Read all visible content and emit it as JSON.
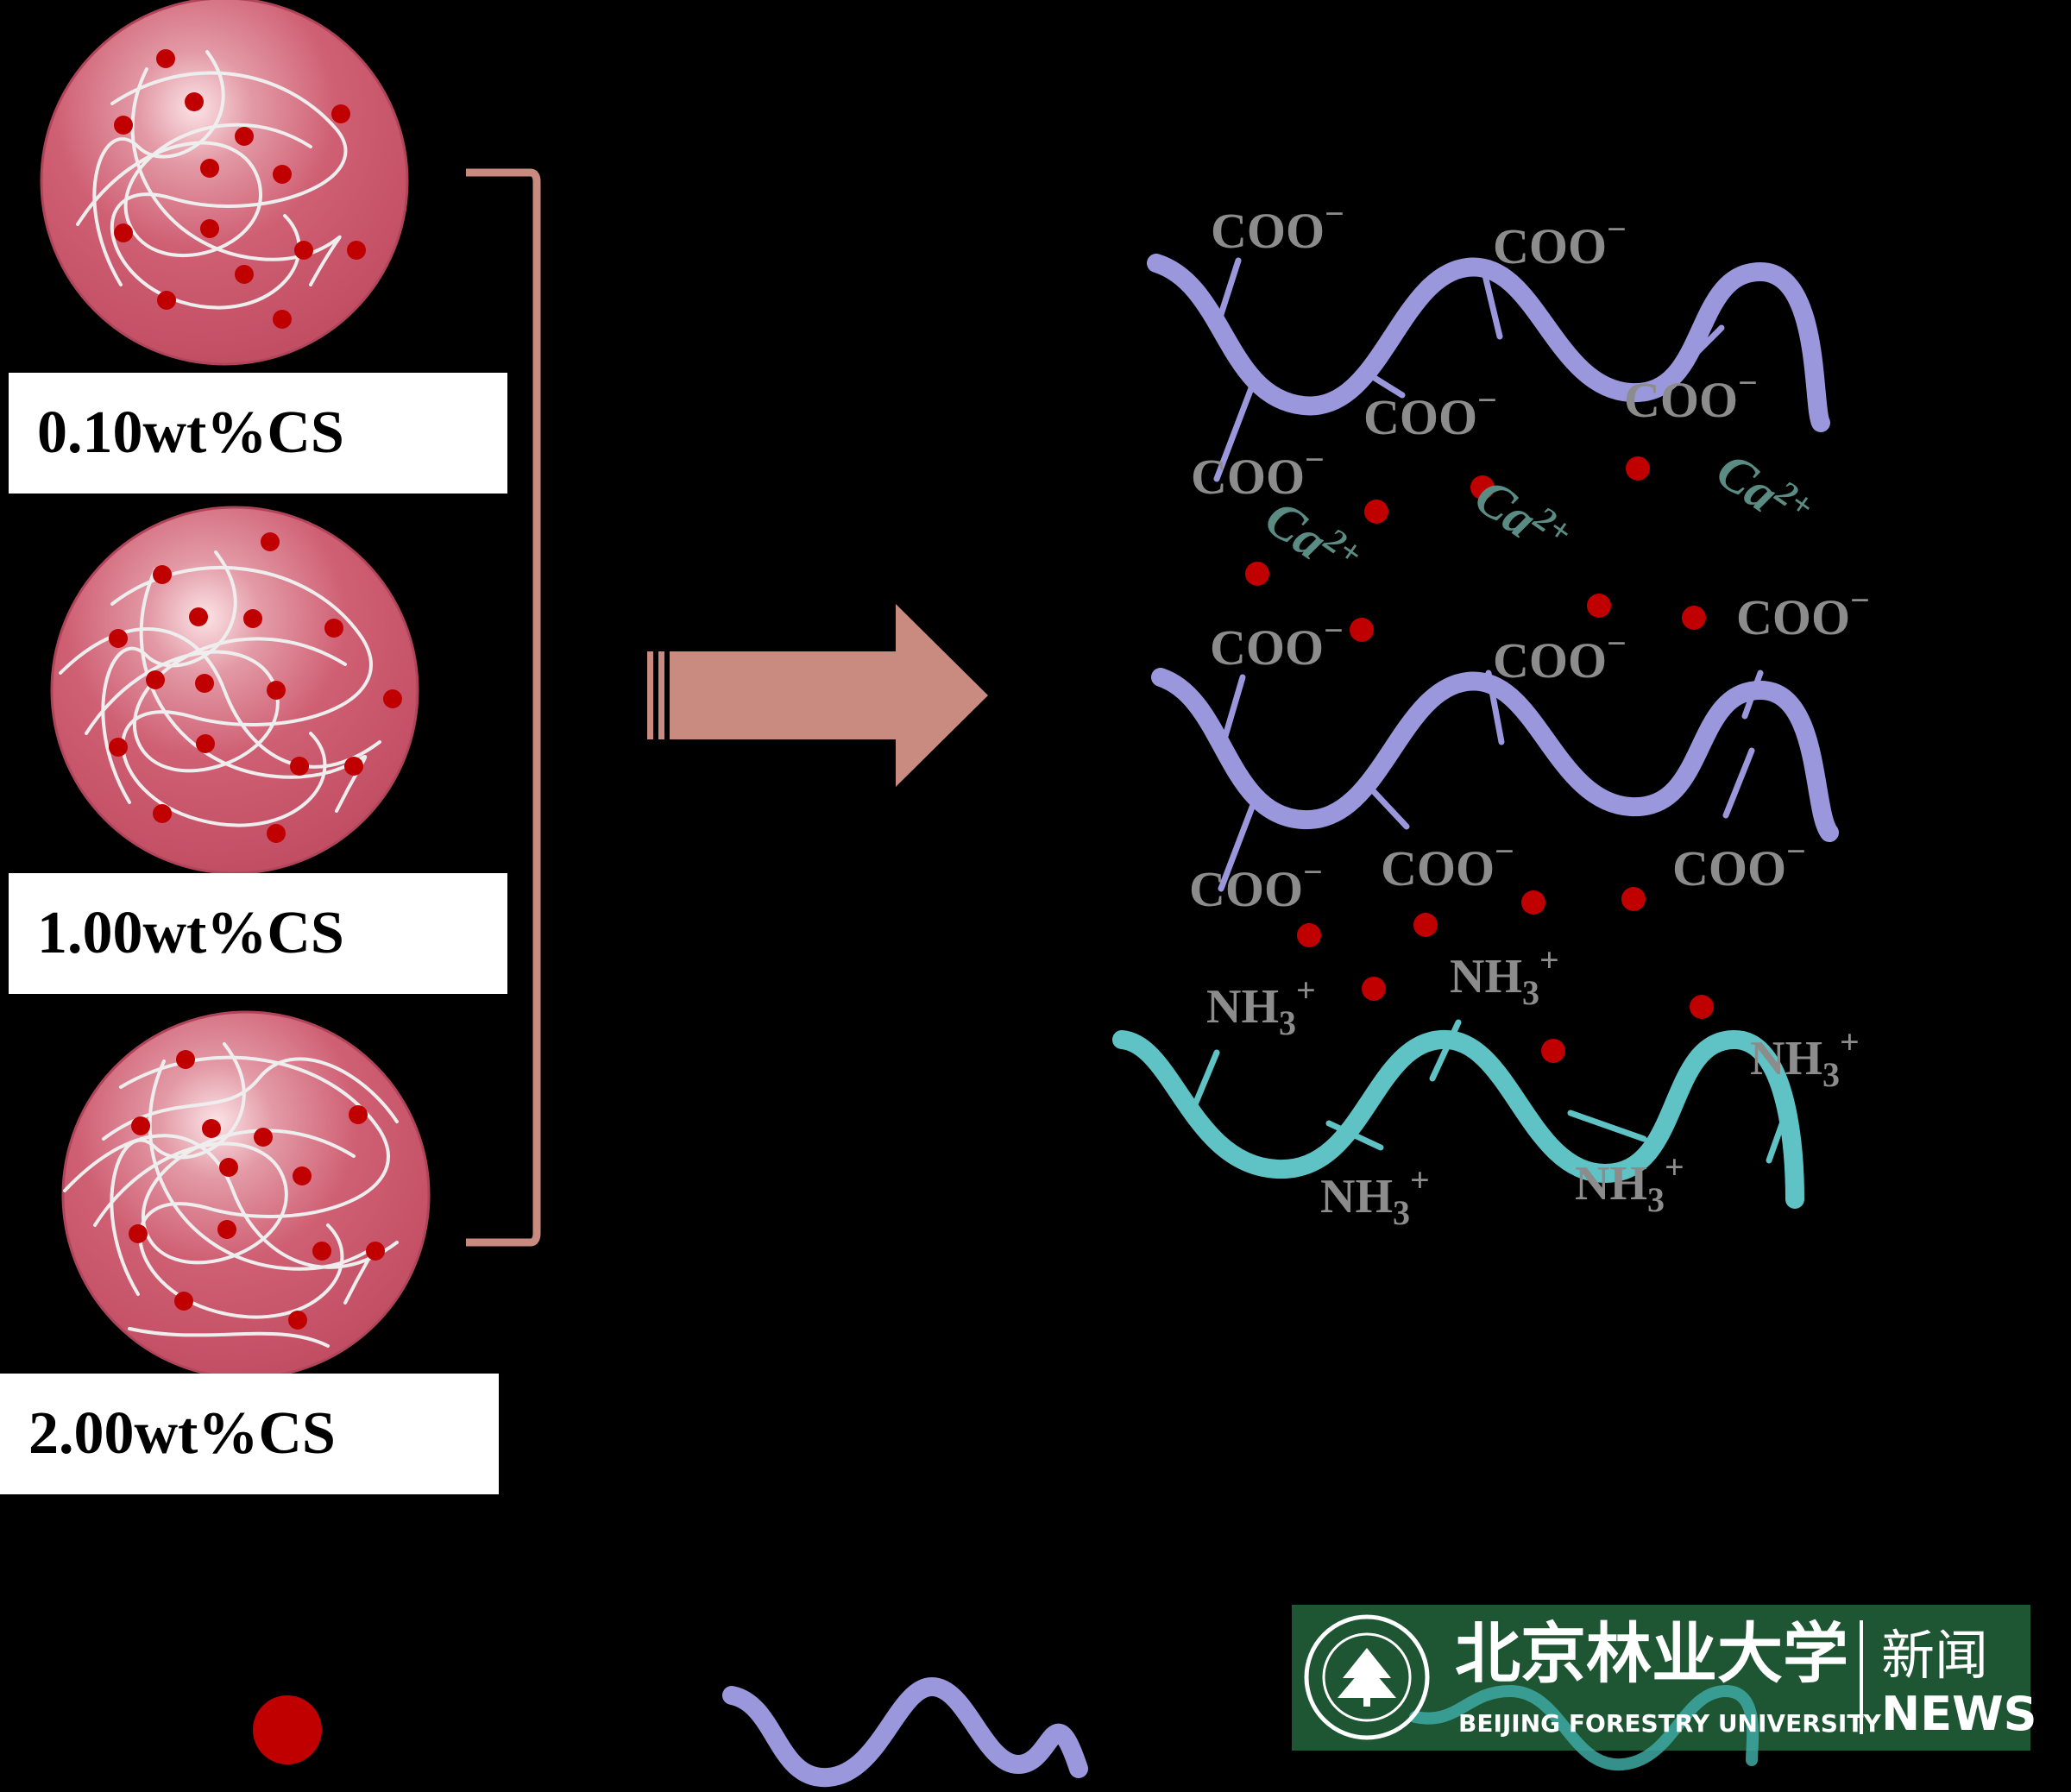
{
  "labels": {
    "bead1": "0.10wt%CS",
    "bead2": "1.00wt%CS",
    "bead3": "2.00wt%CS"
  },
  "groups": {
    "coo": "COO",
    "coo_charge": "−",
    "ca": "Ca",
    "ca_charge": "2+",
    "nh": "NH",
    "nh_sub": "3",
    "nh_charge": "+"
  },
  "logo": {
    "name_cn": "北京林业大学",
    "name_en": "BEIJING FORESTRY UNIVERSITY",
    "section_cn": "新闻",
    "section_en": "NEWS"
  },
  "colors": {
    "background": "#000000",
    "bead": "#c9546a",
    "calcium_dot": "#c00000",
    "alginate_chain": "#9b97dd",
    "chitosan_chain": "#5fc3c6",
    "arrow": "#c98a80",
    "logo_bg": "#1e5633"
  }
}
